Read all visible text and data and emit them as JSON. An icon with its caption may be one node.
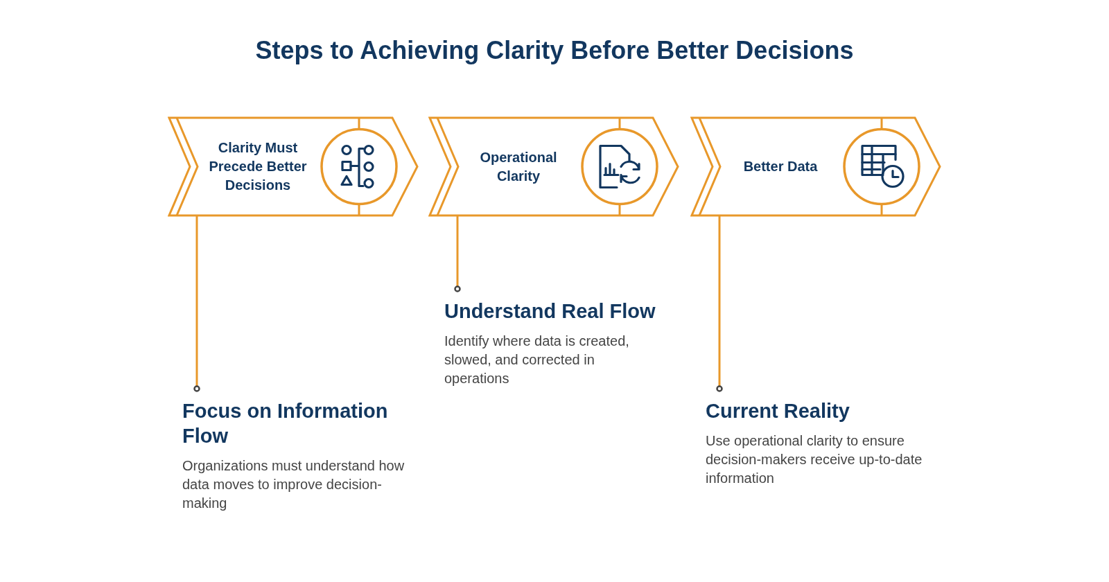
{
  "diagram": {
    "title": "Steps to Achieving Clarity Before Better Decisions",
    "nodes": [
      {
        "text": [
          "Clarity Must Precede Better Decisions"
        ]
      },
      {
        "text": [
          "Operational Clarity"
        ]
      },
      {
        "text": [
          "Better Data"
        ]
      },
      {
        "text": [
          "Focus on Information Flow",
          "Organizations must understand how data moves to improve decision-making"
        ]
      },
      {
        "text": [
          "Understand Real Flow",
          "Identify where data is created, slowed, and corrected in operations"
        ]
      },
      {
        "text": [
          "Current Reality",
          "Use operational clarity to ensure decision-makers receive up-to-date information"
        ]
      }
    ],
    "edges": [
      {
        "from": 0,
        "to": 3,
        "arrow": "other"
      },
      {
        "from": 1,
        "to": 4,
        "arrow": "other"
      },
      {
        "from": 2,
        "to": 5,
        "arrow": "other"
      }
    ]
  }
}
